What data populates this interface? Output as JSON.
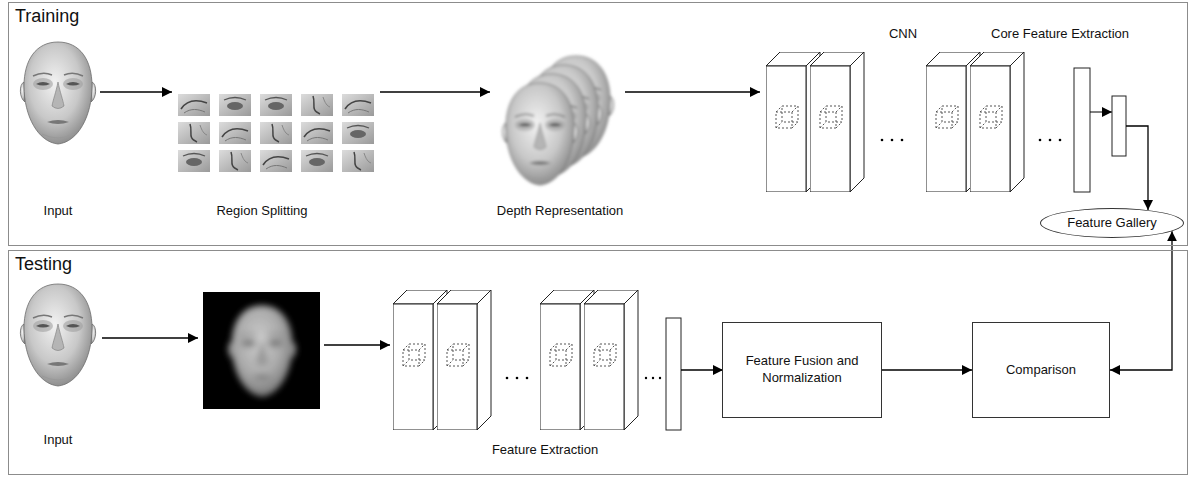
{
  "diagram": {
    "nodes": [
      {
        "text": [
          "Training"
        ]
      },
      {
        "text": [
          "Feature Gallery"
        ],
        "in": 0
      },
      {
        "text": [
          "Testing"
        ]
      },
      {
        "text": [
          "Feature Fusion and Normalization"
        ],
        "in": 2
      },
      {
        "text": [
          "Comparison"
        ],
        "in": 2
      }
    ],
    "edges": [
      {
        "from": 3,
        "to": 4,
        "arrow": "to"
      },
      {
        "from": 4,
        "to": 1,
        "arrow": "both"
      }
    ],
    "labels": [
      "Input",
      "Region Splitting",
      "Depth Representation",
      "CNN",
      "Core Feature Extraction",
      "Input",
      "Feature Extraction"
    ]
  }
}
